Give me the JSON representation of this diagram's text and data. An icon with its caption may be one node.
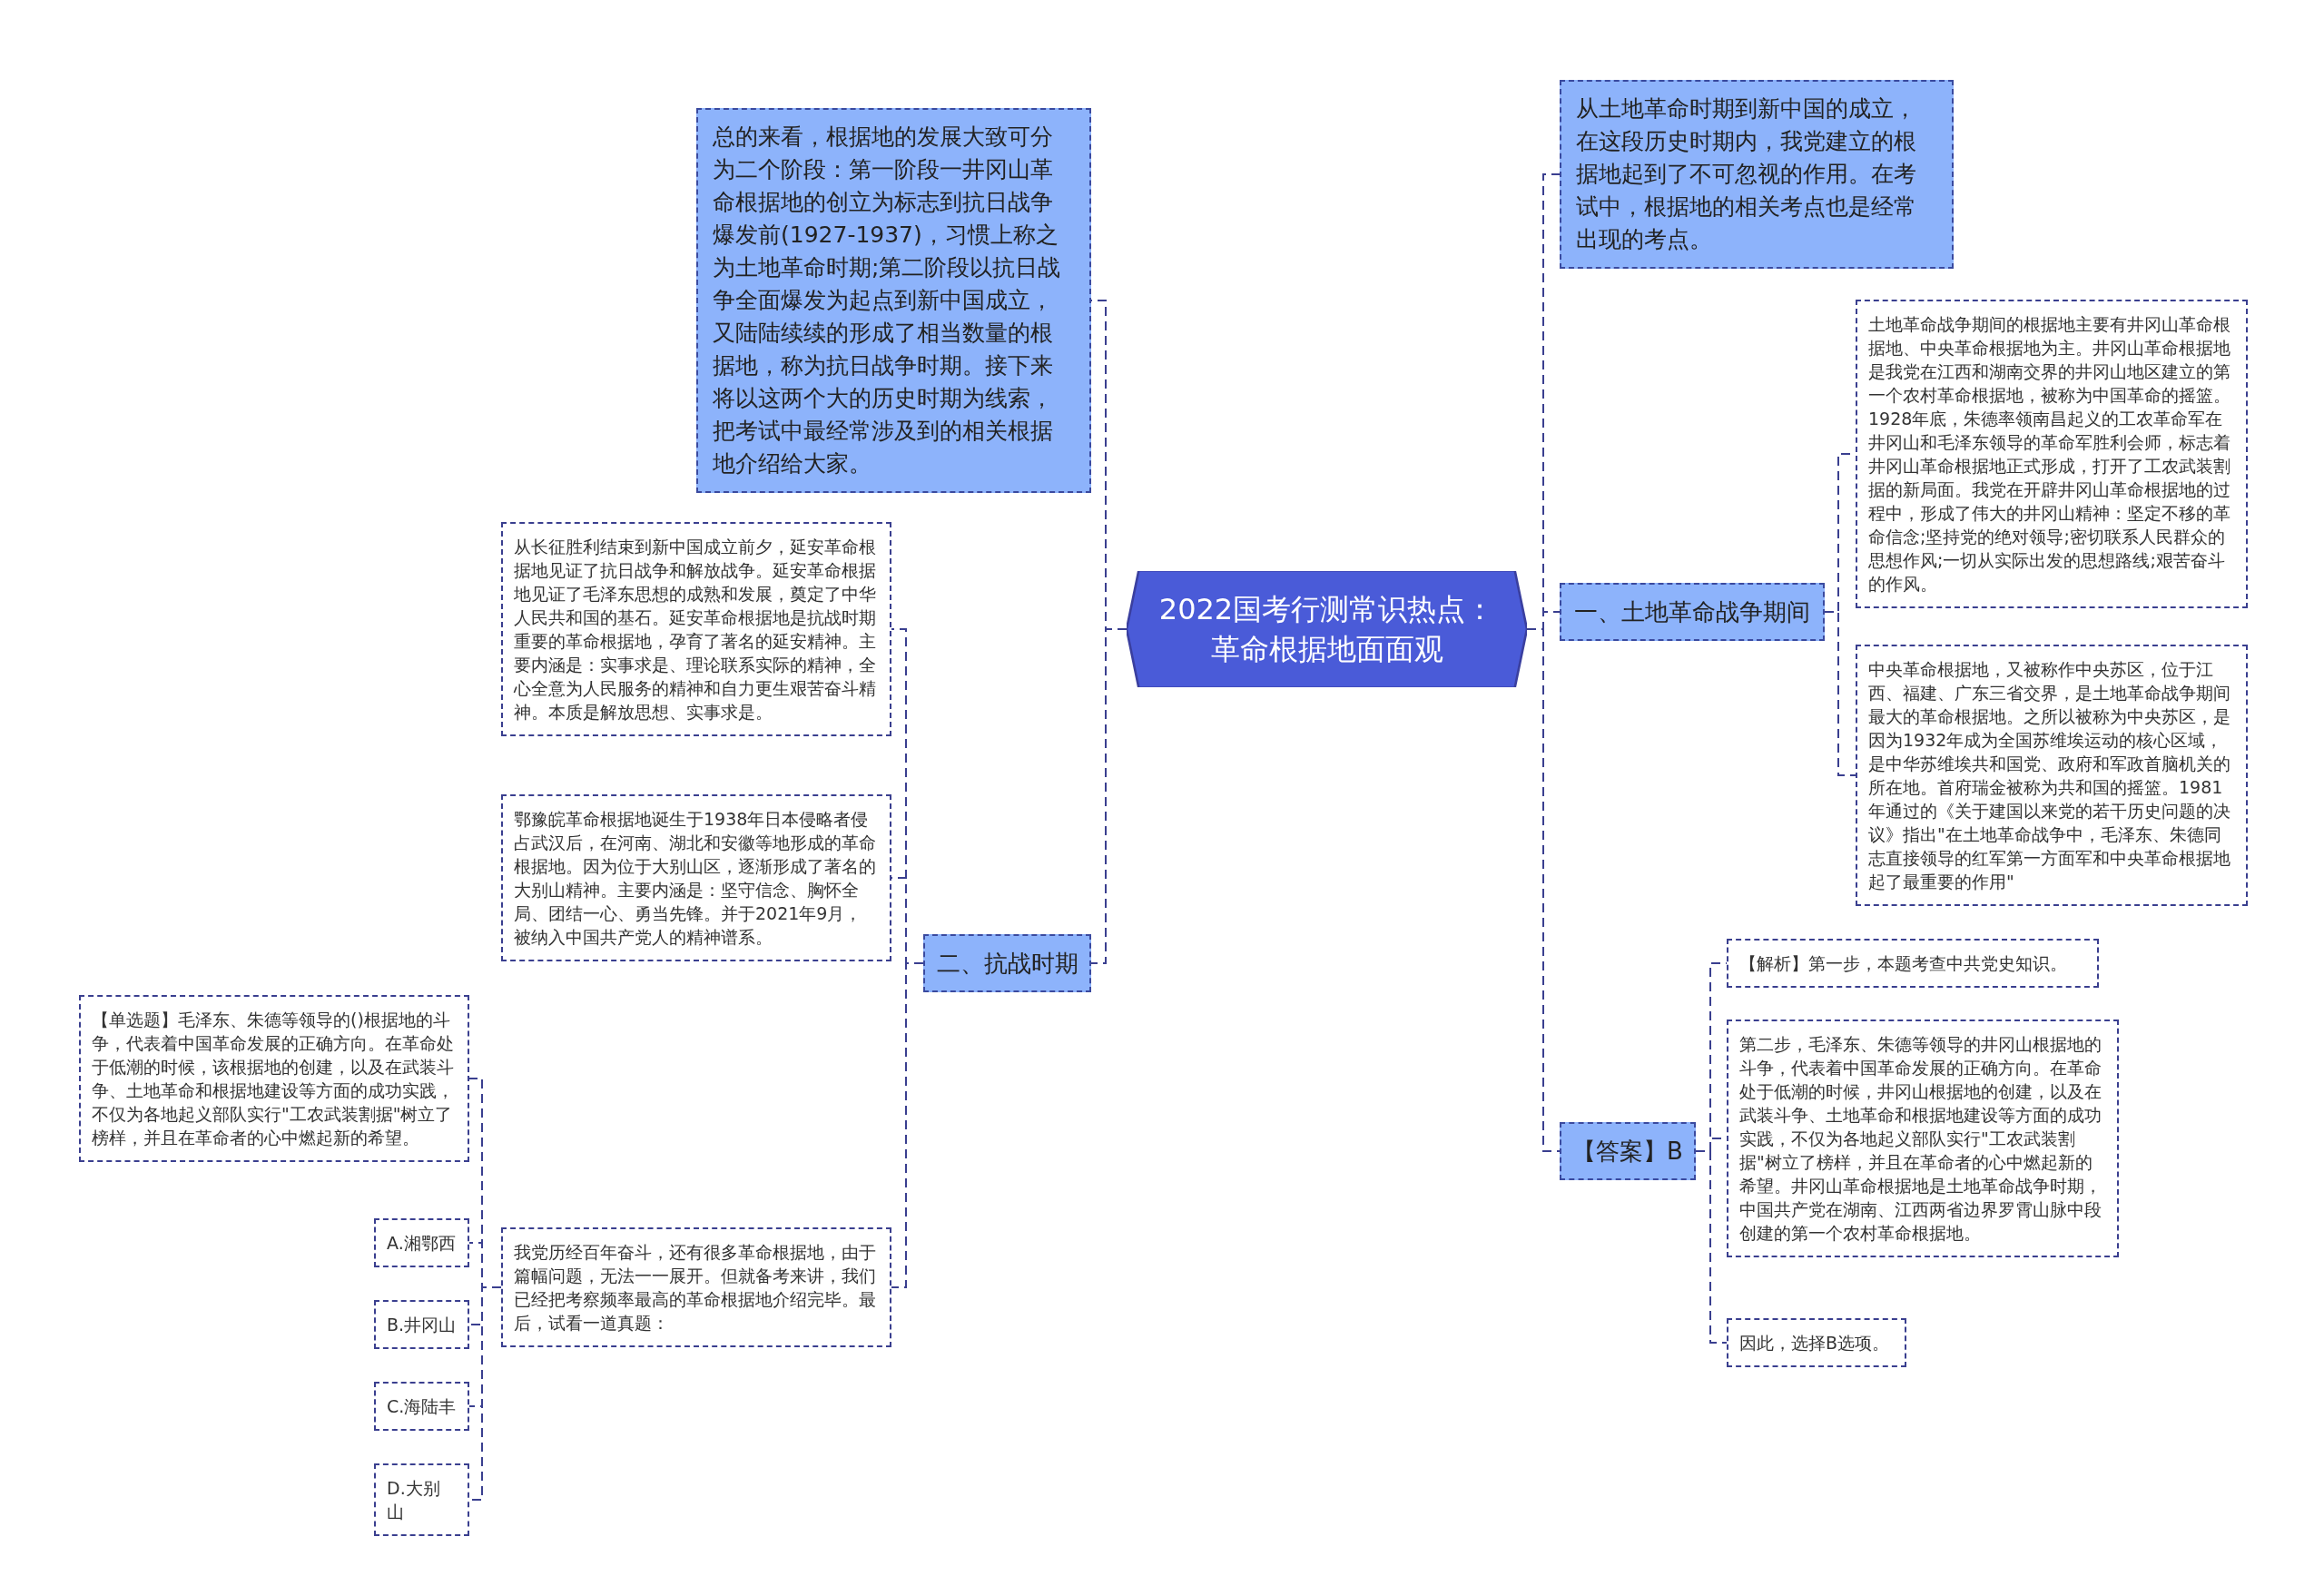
{
  "diagram": {
    "nodes": [
      {
        "text": [
          "2022国考行测常识热点：革命根据地面面观"
        ]
      },
      {
        "text": [
          "总的来看，根据地的发展大致可分为二个阶段：第一阶段一井冈山革命根据地的创立为标志到抗日战争爆发前(1927-1937)，习惯上称之为土地革命时期;第二阶段以抗日战争全面爆发为起点到新中国成立，又陆陆续续的形成了相当数量的根据地，称为抗日战争时期。接下来将以这两个大的历史时期为线索，把考试中最经常涉及到的相关根据地介绍给大家。"
        ]
      },
      {
        "text": [
          "二、抗战时期"
        ]
      },
      {
        "text": [
          "从长征胜利结束到新中国成立前夕，延安革命根据地见证了抗日战争和解放战争。延安革命根据地见证了毛泽东思想的成熟和发展，奠定了中华人民共和国的基石。延安革命根据地是抗战时期重要的革命根据地，孕育了著名的延安精神。主要内涵是：实事求是、理论联系实际的精神，全心全意为人民服务的精神和自力更生艰苦奋斗精神。本质是解放思想、实事求是。"
        ]
      },
      {
        "text": [
          "鄂豫皖革命根据地诞生于1938年日本侵略者侵占武汉后，在河南、湖北和安徽等地形成的革命根据地。因为位于大别山区，逐渐形成了著名的大别山精神。主要内涵是：坚守信念、胸怀全局、团结一心、勇当先锋。并于2021年9月，被纳入中国共产党人的精神谱系。"
        ]
      },
      {
        "text": [
          "我党历经百年奋斗，还有很多革命根据地，由于篇幅问题，无法一一展开。但就备考来讲，我们已经把考察频率最高的革命根据地介绍完毕。最后，试看一道真题："
        ]
      },
      {
        "text": [
          "【单选题】毛泽东、朱德等领导的()根据地的斗争，代表着中国革命发展的正确方向。在革命处于低潮的时候，该根据地的创建，以及在武装斗争、土地革命和根据地建设等方面的成功实践，不仅为各地起义部队实行\"工农武装割据\"树立了榜样，并且在革命者的心中燃起新的希望。"
        ]
      },
      {
        "text": [
          "A.湘鄂西"
        ]
      },
      {
        "text": [
          "B.井冈山"
        ]
      },
      {
        "text": [
          "C.海陆丰"
        ]
      },
      {
        "text": [
          "D.大别山"
        ]
      },
      {
        "text": [
          "从土地革命时期到新中国的成立，在这段历史时期内，我党建立的根据地起到了不可忽视的作用。在考试中，根据地的相关考点也是经常出现的考点。"
        ]
      },
      {
        "text": [
          "一、土地革命战争期间"
        ]
      },
      {
        "text": [
          "土地革命战争期间的根据地主要有井冈山革命根据地、中央革命根据地为主。井冈山革命根据地是我党在江西和湖南交界的井冈山地区建立的第一个农村革命根据地，被称为中国革命的摇篮。1928年底，朱德率领南昌起义的工农革命军在井冈山和毛泽东领导的革命军胜利会师，标志着井冈山革命根据地正式形成，打开了工农武装割据的新局面。我党在开辟井冈山革命根据地的过程中，形成了伟大的井冈山精神：坚定不移的革命信念;坚持党的绝对领导;密切联系人民群众的思想作风;一切从实际出发的思想路线;艰苦奋斗的作风。"
        ]
      },
      {
        "text": [
          "中央革命根据地，又被称作中央苏区，位于江西、福建、广东三省交界，是土地革命战争期间最大的革命根据地。之所以被称为中央苏区，是因为1932年成为全国苏维埃运动的核心区域，是中华苏维埃共和国党、政府和军政首脑机关的所在地。首府瑞金被称为共和国的摇篮。1981年通过的《关于建国以来党的若干历史问题的决议》指出\"在土地革命战争中，毛泽东、朱德同志直接领导的红军第一方面军和中央革命根据地起了最重要的作用\""
        ]
      },
      {
        "text": [
          "【答案】B"
        ]
      },
      {
        "text": [
          "【解析】第一步，本题考查中共党史知识。"
        ]
      },
      {
        "text": [
          "第二步，毛泽东、朱德等领导的井冈山根据地的斗争，代表着中国革命发展的正确方向。在革命处于低潮的时候，井冈山根据地的创建，以及在武装斗争、土地革命和根据地建设等方面的成功实践，不仅为各地起义部队实行\"工农武装割据\"树立了榜样，并且在革命者的心中燃起新的希望。井冈山革命根据地是土地革命战争时期，中国共产党在湖南、江西两省边界罗霄山脉中段创建的第一个农村革命根据地。"
        ]
      },
      {
        "text": [
          "因此，选择B选项。"
        ]
      }
    ],
    "edges": [
      {
        "from": 0,
        "to": 1,
        "arrow": "none"
      },
      {
        "from": 0,
        "to": 2,
        "arrow": "none"
      },
      {
        "from": 2,
        "to": 3,
        "arrow": "none"
      },
      {
        "from": 2,
        "to": 4,
        "arrow": "none"
      },
      {
        "from": 2,
        "to": 5,
        "arrow": "none"
      },
      {
        "from": 5,
        "to": 6,
        "arrow": "none"
      },
      {
        "from": 5,
        "to": 7,
        "arrow": "none"
      },
      {
        "from": 5,
        "to": 8,
        "arrow": "none"
      },
      {
        "from": 5,
        "to": 9,
        "arrow": "none"
      },
      {
        "from": 5,
        "to": 10,
        "arrow": "none"
      },
      {
        "from": 0,
        "to": 11,
        "arrow": "none"
      },
      {
        "from": 0,
        "to": 12,
        "arrow": "none"
      },
      {
        "from": 12,
        "to": 13,
        "arrow": "none"
      },
      {
        "from": 12,
        "to": 14,
        "arrow": "none"
      },
      {
        "from": 0,
        "to": 15,
        "arrow": "none"
      },
      {
        "from": 15,
        "to": 16,
        "arrow": "none"
      },
      {
        "from": 15,
        "to": 17,
        "arrow": "none"
      },
      {
        "from": 15,
        "to": 18,
        "arrow": "none"
      }
    ]
  }
}
